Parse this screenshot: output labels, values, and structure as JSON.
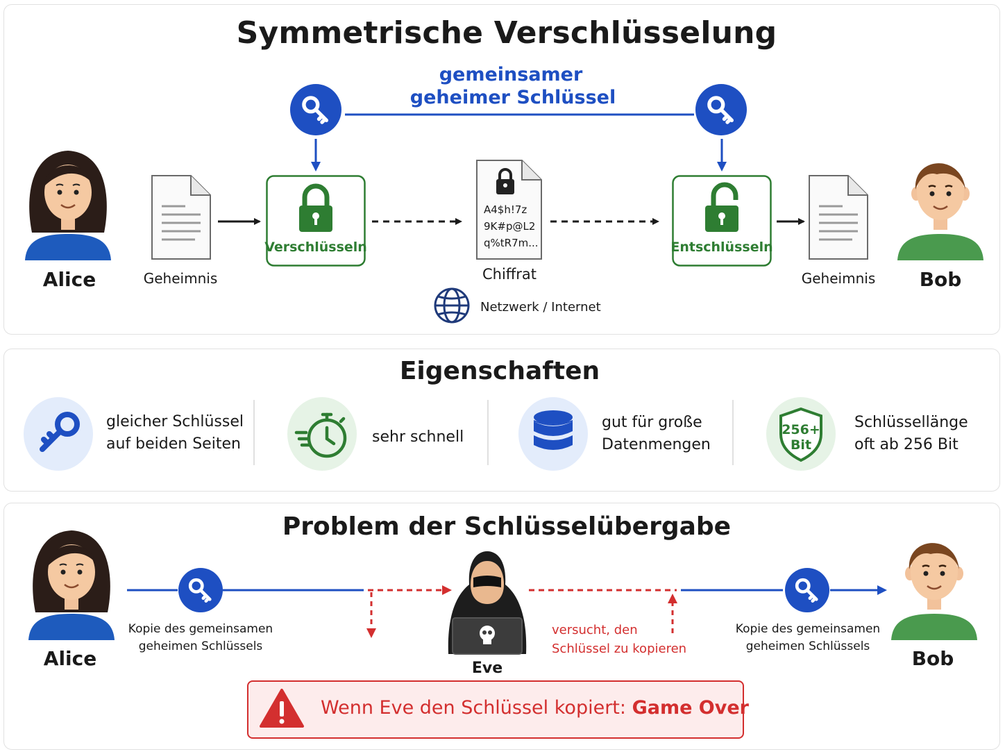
{
  "title": "Symmetrische Verschlüsselung",
  "shared_key": {
    "line1": "gemeinsamer",
    "line2": "geheimer Schlüssel"
  },
  "top": {
    "alice": "Alice",
    "bob": "Bob",
    "plain_left": "Geheimnis",
    "plain_right": "Geheimnis",
    "encrypt": "Verschlüsseln",
    "decrypt": "Entschlüsseln",
    "cipher_lines": [
      "A4$h!7z",
      "9K#p@L2",
      "q%tR7m..."
    ],
    "cipher_label": "Chiffrat",
    "network": "Netzwerk / Internet"
  },
  "properties": {
    "title": "Eigenschaften",
    "items": [
      {
        "icon": "key-icon",
        "line1": "gleicher Schlüssel",
        "line2": "auf beiden Seiten"
      },
      {
        "icon": "stopwatch-icon",
        "line1": "sehr schnell",
        "line2": ""
      },
      {
        "icon": "database-icon",
        "line1": "gut für große",
        "line2": "Datenmengen"
      },
      {
        "icon": "shield-icon",
        "badge1": "256+",
        "badge2": "Bit",
        "line1": "Schlüssellänge",
        "line2": "oft ab 256 Bit"
      }
    ]
  },
  "problem": {
    "title": "Problem der Schlüsselübergabe",
    "alice": "Alice",
    "bob": "Bob",
    "eve": "Eve",
    "copy_left": {
      "line1": "Kopie des gemeinsamen",
      "line2": "geheimen Schlüssels"
    },
    "copy_right": {
      "line1": "Kopie des gemeinsamen",
      "line2": "geheimen Schlüssels"
    },
    "attempt": {
      "line1": "versucht, den",
      "line2": "Schlüssel zu kopieren"
    },
    "warning_prefix": "Wenn Eve den Schlüssel kopiert: ",
    "warning_emph": "Game Over"
  },
  "colors": {
    "blue": "#1e4fc2",
    "green": "#2e7d32",
    "red": "#d32f2f",
    "dark": "#1a1a1a"
  }
}
